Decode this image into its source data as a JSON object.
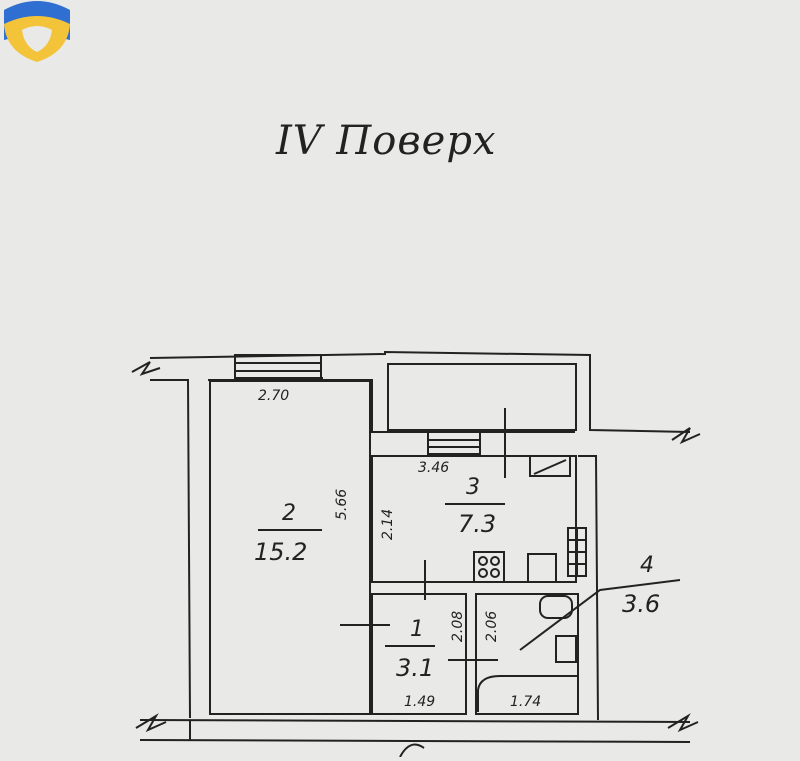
{
  "title": "IV Поверх",
  "logo": {
    "colors": [
      "#2f6fd1",
      "#f3c33a"
    ],
    "name": "ukraine-shield-logo"
  },
  "rooms": [
    {
      "id": "room-2",
      "number": "2",
      "area": "15.2"
    },
    {
      "id": "room-3",
      "number": "3",
      "area": "7.3"
    },
    {
      "id": "room-1",
      "number": "1",
      "area": "3.1"
    },
    {
      "id": "room-4",
      "number": "4",
      "area": "3.6"
    }
  ],
  "dimensions": {
    "room2_width": "2.70",
    "room2_length": "5.66",
    "room3_width": "3.46",
    "room3_depth": "2.14",
    "hall_depth_a": "2.08",
    "hall_depth_b": "2.06",
    "hall_width": "1.49",
    "bath_width": "1.74"
  },
  "colors": {
    "paper": "#e9e9e7",
    "ink": "#222222",
    "wall": "#ffffff"
  }
}
